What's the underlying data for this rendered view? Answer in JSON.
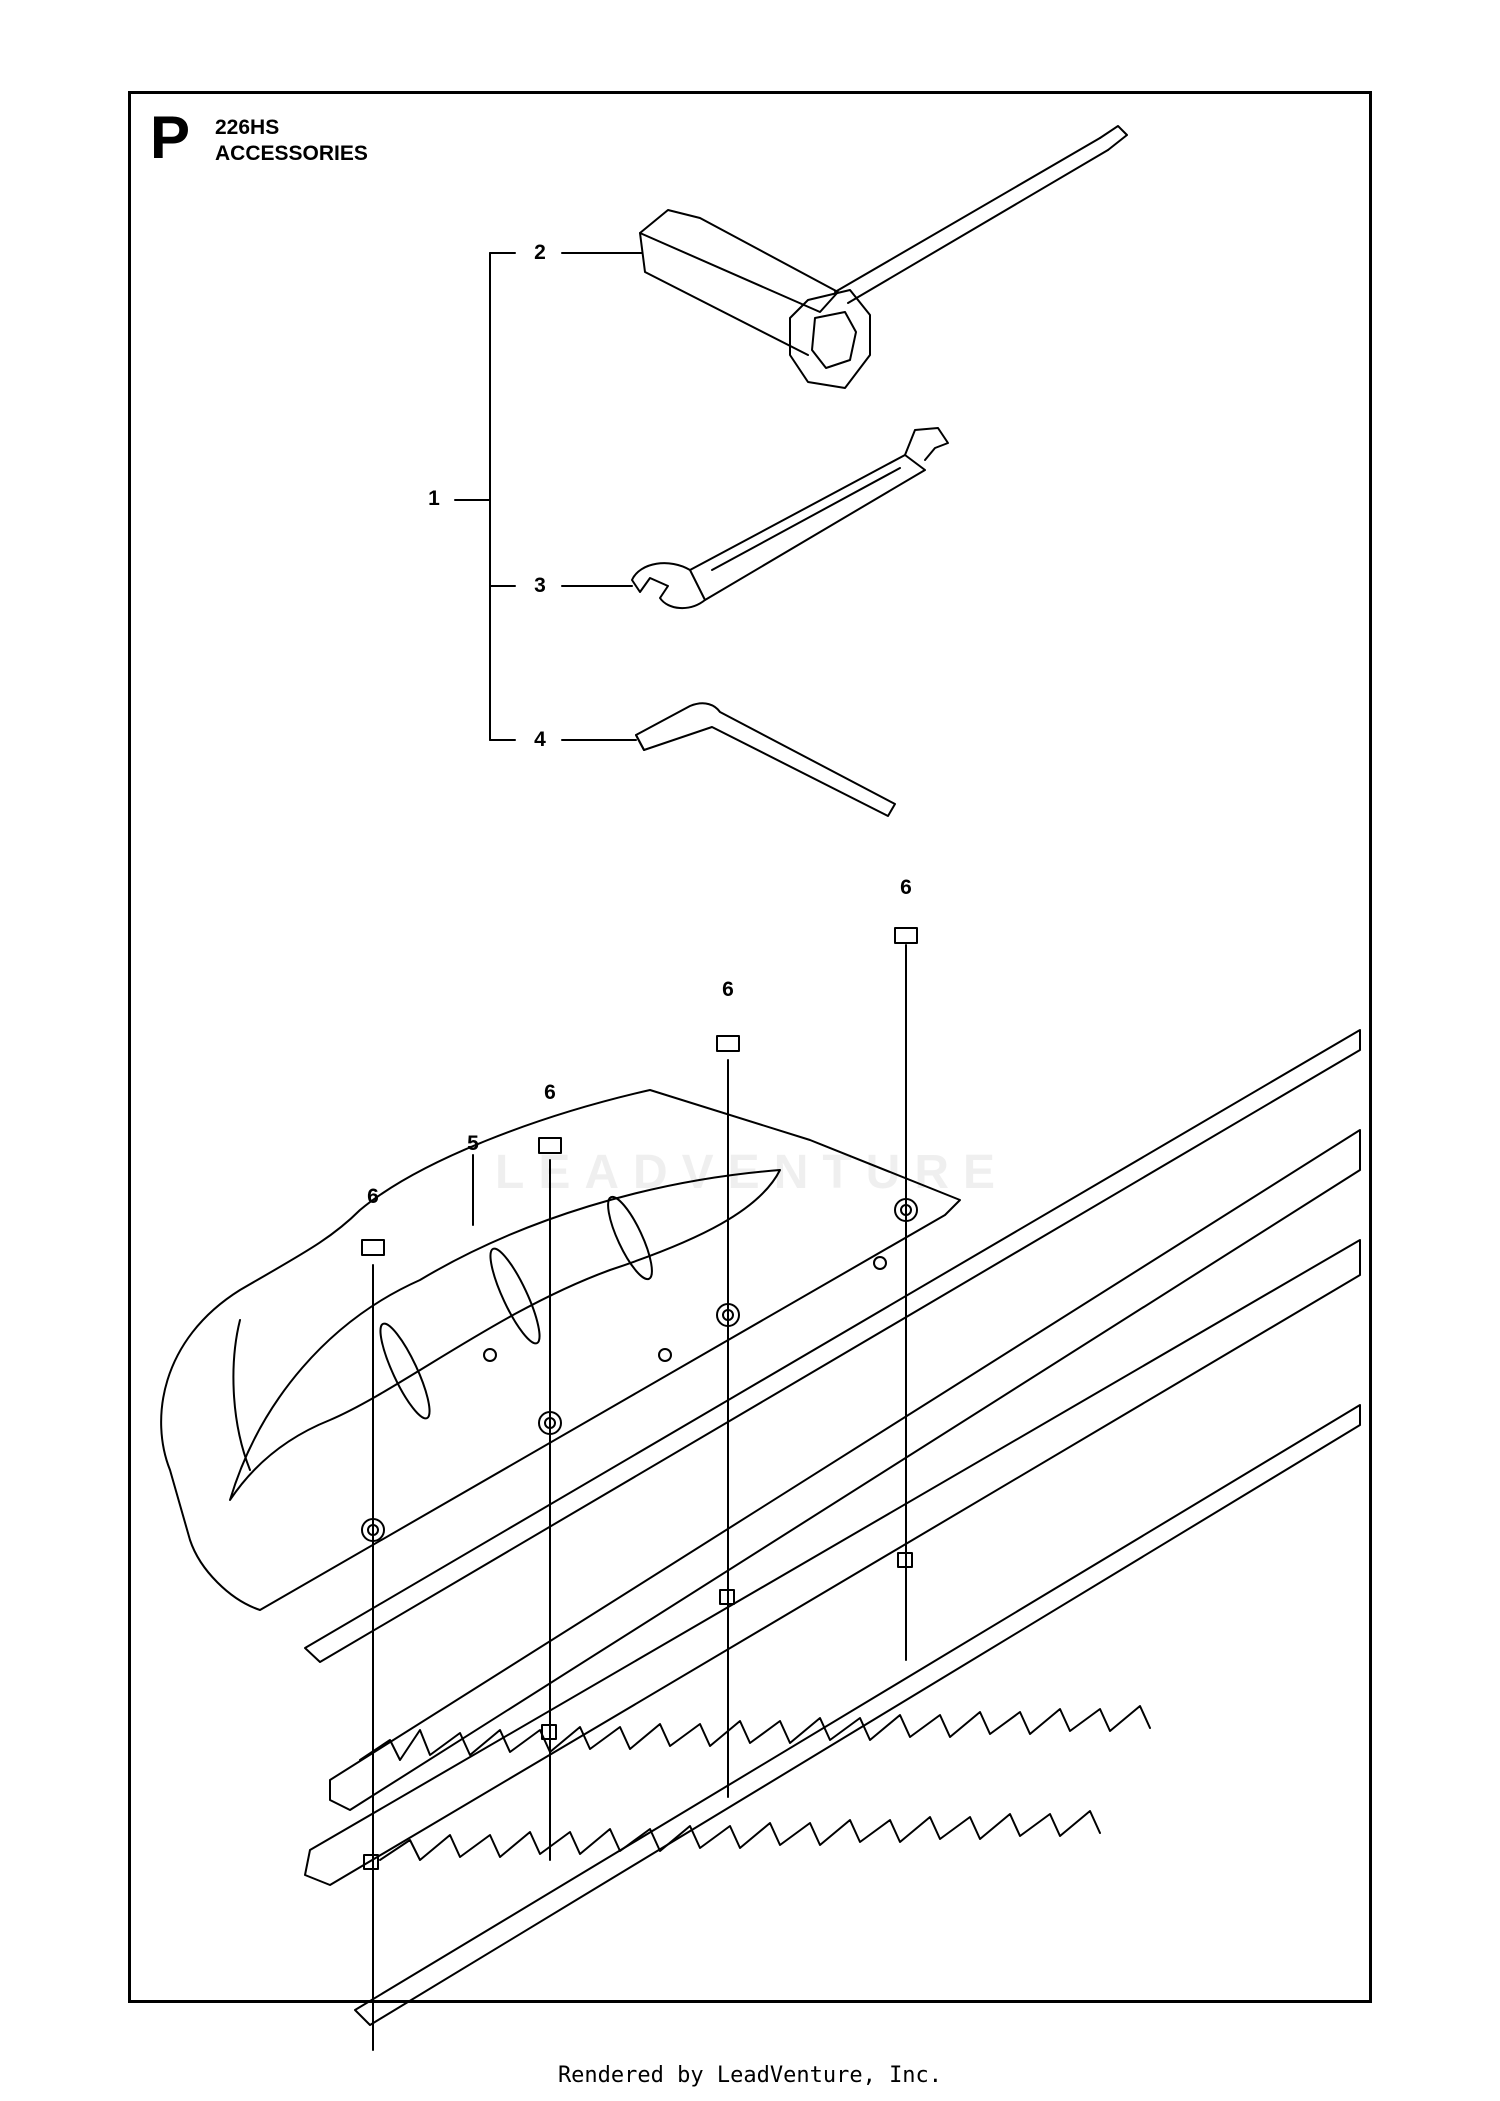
{
  "header": {
    "section_letter": "P",
    "model": "226HS",
    "title": "ACCESSORIES"
  },
  "callouts": {
    "item_1": "1",
    "item_2": "2",
    "item_3": "3",
    "item_4": "4",
    "item_5": "5",
    "item_6": "6"
  },
  "parts": {
    "item_2": "spark-plug-socket-wrench-icon",
    "item_3": "combination-wrench-icon",
    "item_4": "hex-key-icon",
    "item_5": "blade-guard-icon",
    "item_6": "screw-icon",
    "blades": "hedge-trimmer-blade-icon"
  },
  "watermark": "LEADVENTURE",
  "footer": "Rendered by LeadVenture, Inc."
}
